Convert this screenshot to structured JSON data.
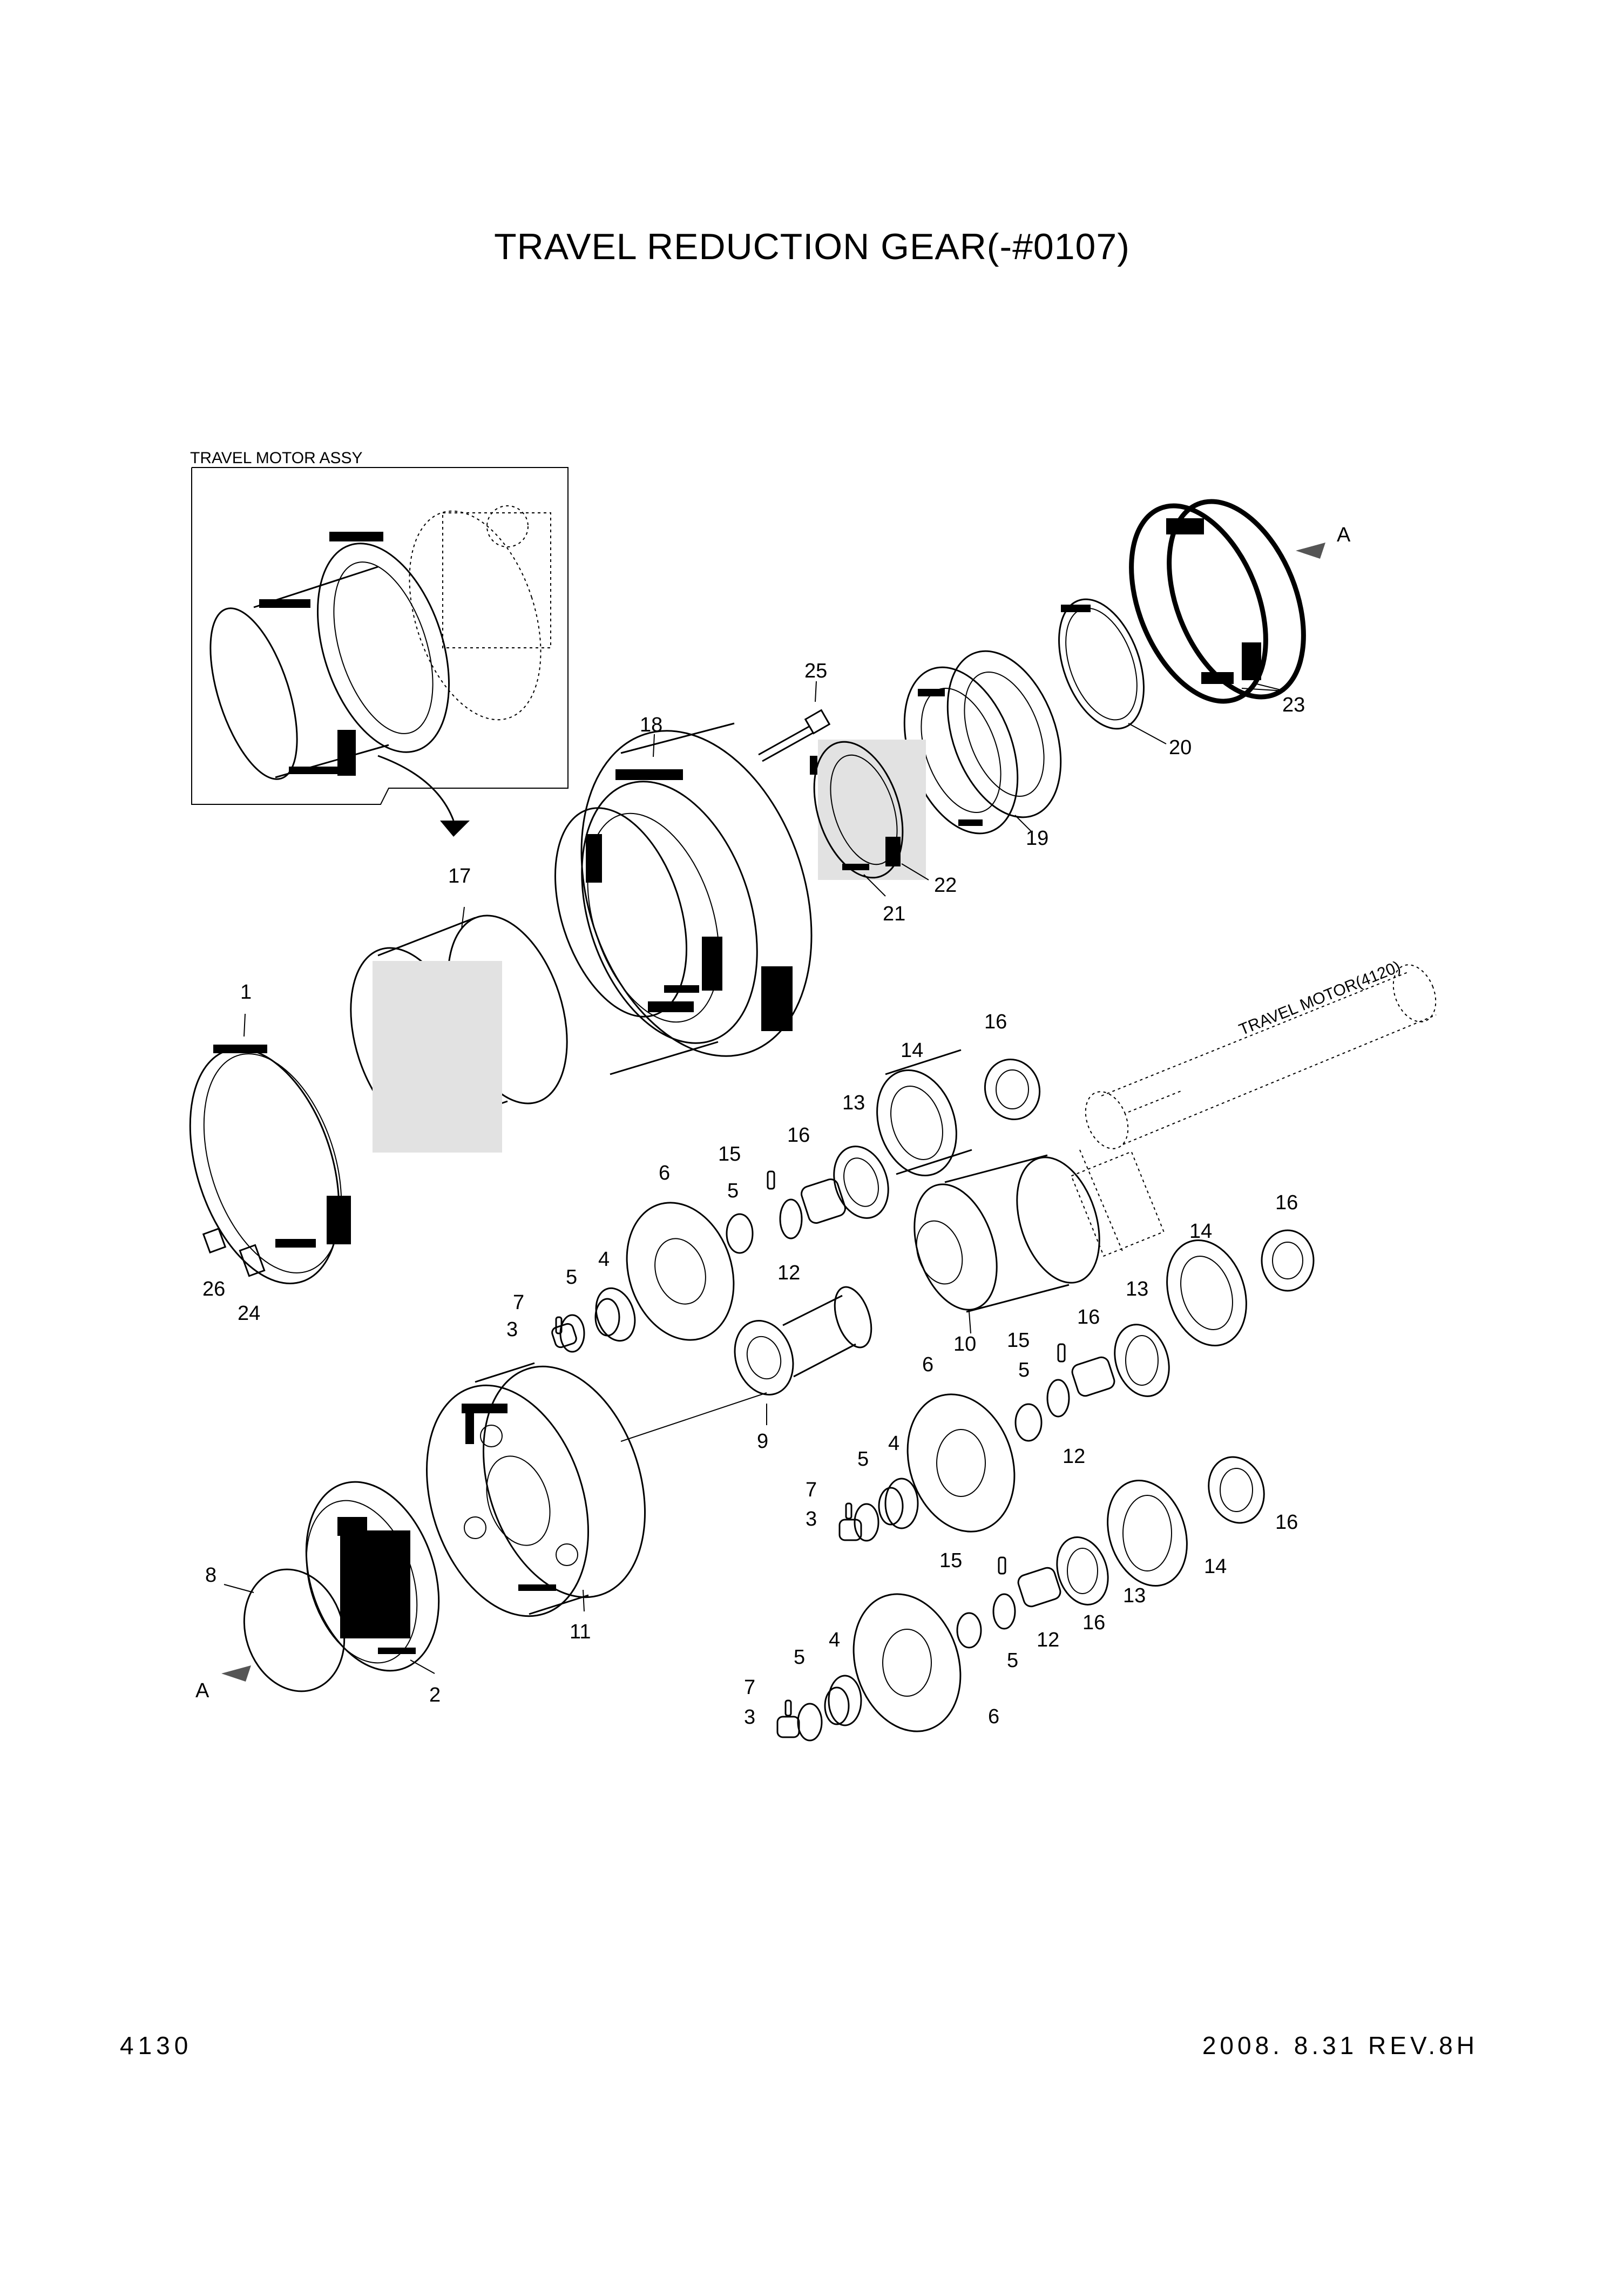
{
  "title": "TRAVEL REDUCTION GEAR(-#0107)",
  "footer": {
    "page_number": "4130",
    "revision": "2008.  8.31  REV.8H"
  },
  "inset": {
    "label": "TRAVEL MOTOR ASSY"
  },
  "section_markers": {
    "upper": "A",
    "lower": "A"
  },
  "shaft_label": "TRAVEL MOTOR(4120)",
  "callouts": {
    "c1": "1",
    "c2": "2",
    "c3a": "3",
    "c3b": "3",
    "c3c": "3",
    "c4a": "4",
    "c4b": "4",
    "c4c": "4",
    "c5a": "5",
    "c5b": "5",
    "c5c": "5",
    "c5d": "5",
    "c5e": "5",
    "c5f": "5",
    "c6a": "6",
    "c6b": "6",
    "c6c": "6",
    "c7a": "7",
    "c7b": "7",
    "c7c": "7",
    "c8": "8",
    "c9": "9",
    "c10": "10",
    "c11": "11",
    "c12a": "12",
    "c12b": "12",
    "c12c": "12",
    "c13a": "13",
    "c13b": "13",
    "c13c": "13",
    "c14a": "14",
    "c14b": "14",
    "c14c": "14",
    "c15a": "15",
    "c15b": "15",
    "c15c": "15",
    "c16a": "16",
    "c16b": "16",
    "c16c": "16",
    "c16d": "16",
    "c16e": "16",
    "c16f": "16",
    "c17": "17",
    "c18": "18",
    "c19": "19",
    "c20": "20",
    "c21": "21",
    "c22": "22",
    "c23": "23",
    "c24": "24",
    "c25": "25",
    "c26": "26"
  }
}
